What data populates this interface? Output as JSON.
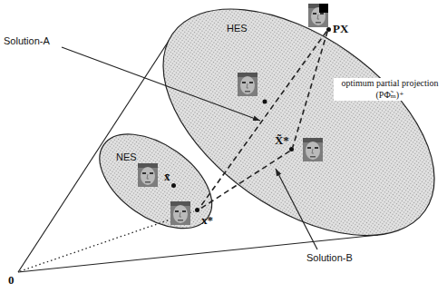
{
  "diagram": {
    "nodes": [
      {
        "text": [
          "HES"
        ]
      },
      {
        "text": [
          "NES"
        ]
      },
      {
        "text": [
          "PX"
        ]
      },
      {
        "text": [
          "X̃*"
        ],
        "in": 0
      },
      {
        "text": [
          "x̄"
        ],
        "in": 1
      },
      {
        "text": [
          "x*"
        ],
        "in": 1
      }
    ],
    "edges": [
      {
        "from": 2,
        "to": 5,
        "arrow": "none"
      },
      {
        "from": 2,
        "to": 3,
        "arrow": "none",
        "label": "optimum partial projection (PΦ̃ₘ)⁺"
      },
      {
        "from": 3,
        "to": 5,
        "arrow": "none"
      }
    ],
    "labels": [
      "Solution-A",
      "Solution-B",
      "0"
    ]
  }
}
